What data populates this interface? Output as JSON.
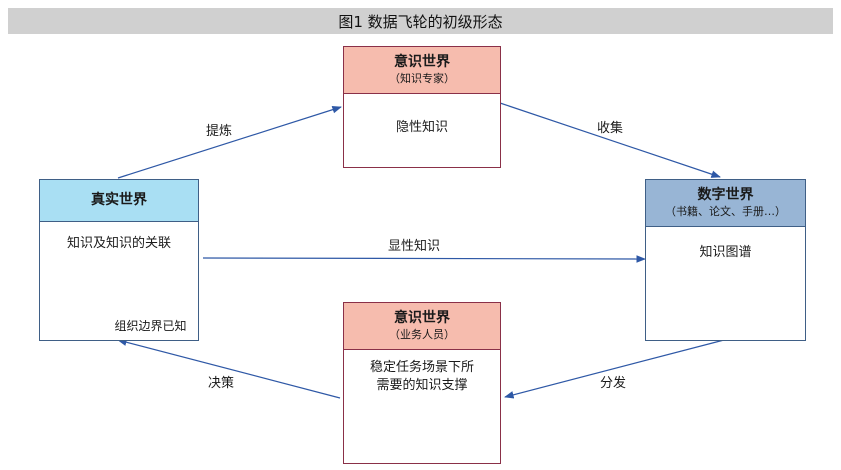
{
  "figure": {
    "title": "图1 数据飞轮的初级形态",
    "colors": {
      "arrow": "#2e58a6",
      "pink_header": "#f6bcae",
      "cyan_header": "#a9dff3",
      "steel_header": "#98b5d5",
      "ellipse_fill": "#a9dff3"
    }
  },
  "top_box": {
    "title": "意识世界",
    "subtitle": "（知识专家）",
    "content": "隐性知识"
  },
  "real_box": {
    "title": "真实世界",
    "content": "知识及知识的关联",
    "footnote": "组织边界已知"
  },
  "digital_box": {
    "title": "数字世界",
    "subtitle": "（书籍、论文、手册…）",
    "content": "知识图谱"
  },
  "bottom_box": {
    "title": "意识世界",
    "subtitle": "（业务人员）",
    "content_line1": "稳定任务场景下所",
    "content_line2": "需要的知识支撑"
  },
  "edges": {
    "refine": "提炼",
    "collect": "收集",
    "explicit": "显性知识",
    "distribute": "分发",
    "decide": "决策"
  }
}
